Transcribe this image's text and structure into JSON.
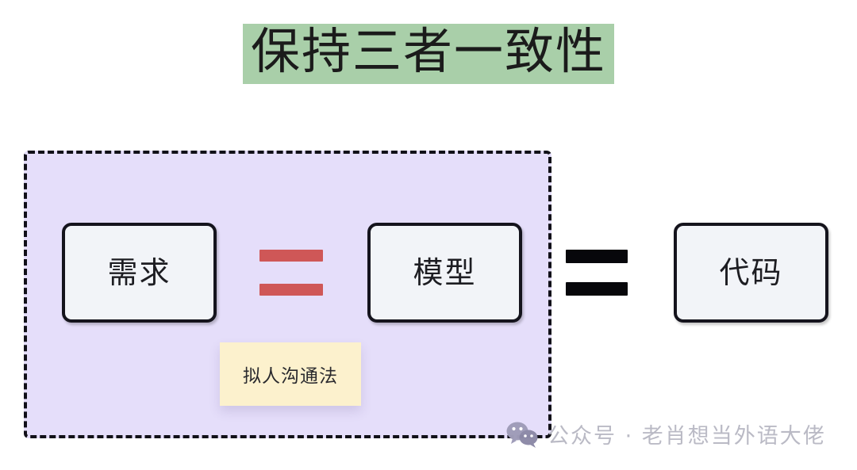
{
  "title": {
    "text": "保持三者一致性",
    "highlight_color": "#a9cfa9"
  },
  "group": {
    "name": "dashed-group",
    "fill_color": "#e5defa",
    "border_color": "#111018",
    "border_style": "dashed"
  },
  "boxes": [
    {
      "id": "requirement",
      "label": "需求",
      "fill": "#f2f4f8",
      "border": "#15141d",
      "inside_group": true
    },
    {
      "id": "model",
      "label": "模型",
      "fill": "#f2f4f8",
      "border": "#15141d",
      "inside_group": true
    },
    {
      "id": "code",
      "label": "代码",
      "fill": "#f2f4f8",
      "border": "#15141d",
      "inside_group": false
    }
  ],
  "operators": [
    {
      "id": "equals-red",
      "symbol": "=",
      "color": "#cf5757",
      "between": "需求 / 模型"
    },
    {
      "id": "equals-black",
      "symbol": "=",
      "color": "#07070b",
      "between": "模型 / 代码"
    }
  ],
  "note": {
    "label": "拟人沟通法",
    "fill": "#fcf1cd"
  },
  "watermark": {
    "icon": "wechat-icon",
    "text": "公众号 · 老肖想当外语大佬",
    "color": "#b9b9c4"
  }
}
